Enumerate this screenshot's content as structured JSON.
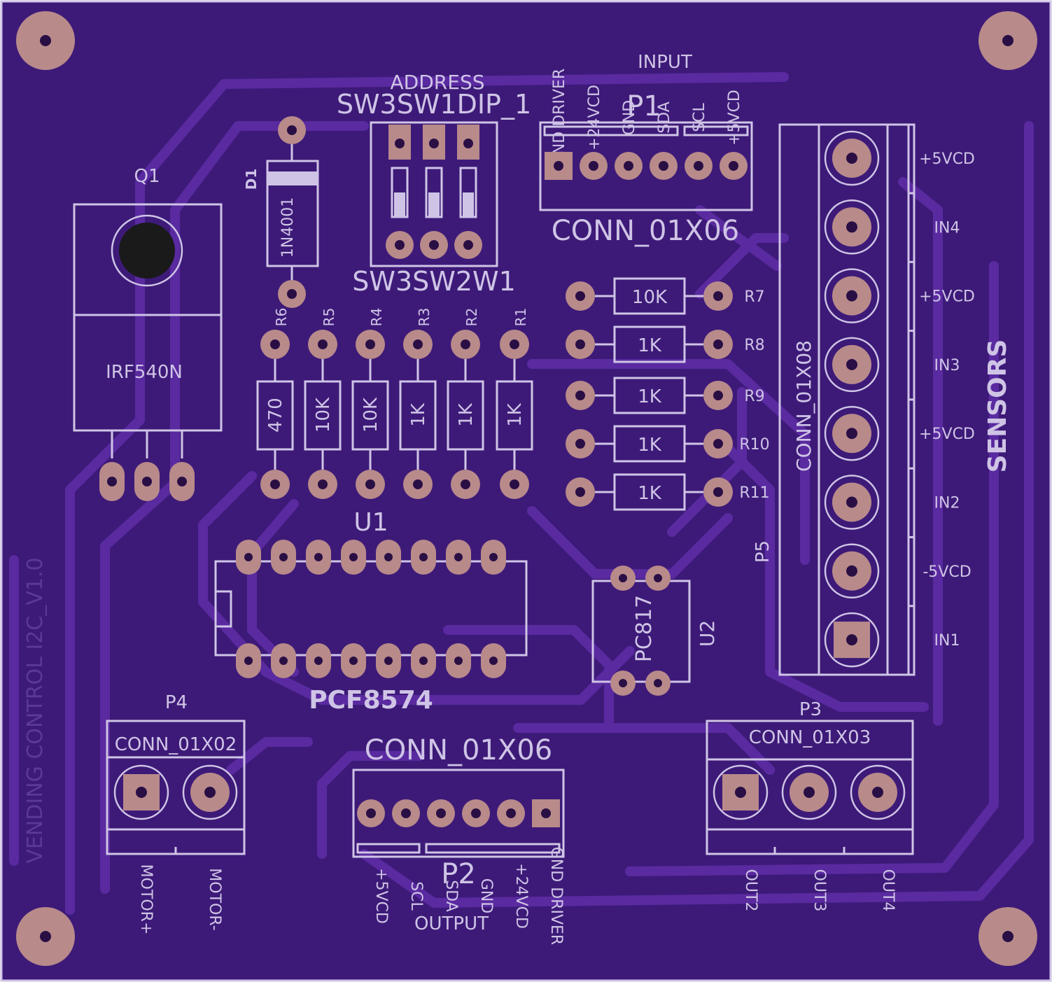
{
  "board": {
    "bg": "#3d1a78",
    "copper": "#b88a8a",
    "silk": "#cfc4e6",
    "trace": "#5a2aa0",
    "side_label": "VENDING CONTROL I2C_V1.0"
  },
  "q1": {
    "ref": "Q1",
    "value": "IRF540N"
  },
  "d1": {
    "ref": "D1",
    "value": "1N4001"
  },
  "sw": {
    "title": "ADDRESS",
    "ref_top": "SW3SW1DIP_1",
    "ref_bottom": "SW3SW2W1"
  },
  "p1": {
    "title": "INPUT",
    "ref": "P1",
    "value": "CONN_01X06",
    "pins": [
      "GND DRIVER",
      "+24VCD",
      "GND",
      "SDA",
      "SCL",
      "+5VCD"
    ]
  },
  "p2": {
    "title": "OUTPUT",
    "ref": "P2",
    "value": "CONN_01X06",
    "pins": [
      "+5VCD",
      "SCL",
      "SDA",
      "GND",
      "+24VCD",
      "GND DRIVER"
    ]
  },
  "p3": {
    "ref": "P3",
    "value": "CONN_01X03",
    "pins": [
      "OUT2",
      "OUT3",
      "OUT4"
    ]
  },
  "p4": {
    "ref": "P4",
    "value": "CONN_01X02",
    "pins": [
      "MOTOR+",
      "MOTOR-"
    ]
  },
  "p5": {
    "ref": "P5",
    "value": "CONN_01X08",
    "title": "SENSORS",
    "pins": [
      "+5VCD",
      "IN4",
      "+5VCD",
      "IN3",
      "+5VCD",
      "IN2",
      "-5VCD",
      "IN1"
    ]
  },
  "resistors_v": [
    {
      "ref": "R6",
      "value": "470"
    },
    {
      "ref": "R5",
      "value": "10K"
    },
    {
      "ref": "R4",
      "value": "10K"
    },
    {
      "ref": "R3",
      "value": "1K"
    },
    {
      "ref": "R2",
      "value": "1K"
    },
    {
      "ref": "R1",
      "value": "1K"
    }
  ],
  "resistors_h": [
    {
      "ref": "R7",
      "value": "10K"
    },
    {
      "ref": "R8",
      "value": "1K"
    },
    {
      "ref": "R9",
      "value": "1K"
    },
    {
      "ref": "R10",
      "value": "1K"
    },
    {
      "ref": "R11",
      "value": "1K"
    }
  ],
  "u1": {
    "ref": "U1",
    "value": "PCF8574"
  },
  "u2": {
    "ref": "U2",
    "value": "PC817"
  }
}
